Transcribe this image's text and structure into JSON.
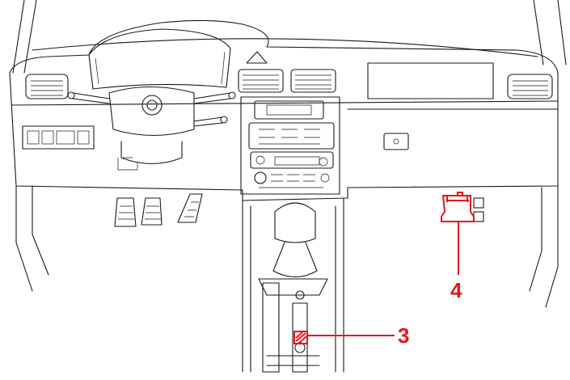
{
  "colors": {
    "line": "#1a1a1a",
    "highlight": "#e8141b",
    "background": "#ffffff"
  },
  "callouts": [
    {
      "id": "3",
      "label": "3"
    },
    {
      "id": "4",
      "label": "4"
    }
  ]
}
